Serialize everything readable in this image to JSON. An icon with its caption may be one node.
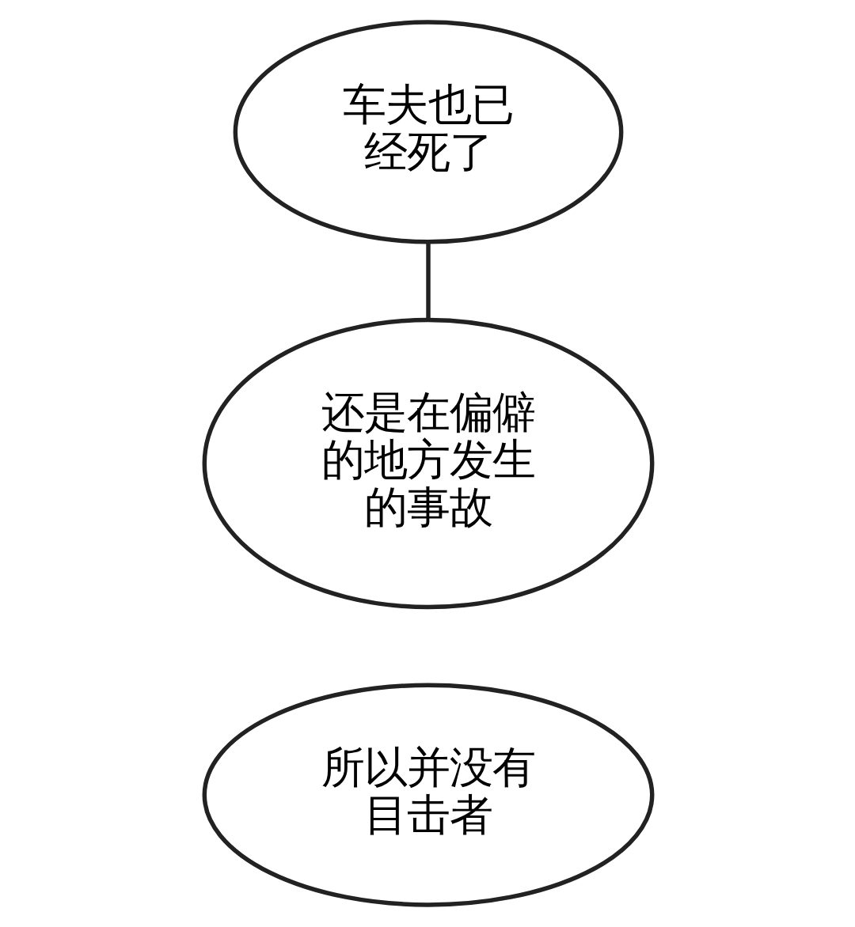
{
  "diagram": {
    "nodes": [
      {
        "text": [
          "车夫也已经死了"
        ]
      },
      {
        "text": [
          "还是在偏僻的地方发生的事故"
        ]
      },
      {
        "text": [
          "所以并没有目击者"
        ]
      }
    ],
    "edges": [
      {
        "from": 0,
        "to": 1,
        "arrow": "none"
      }
    ]
  }
}
